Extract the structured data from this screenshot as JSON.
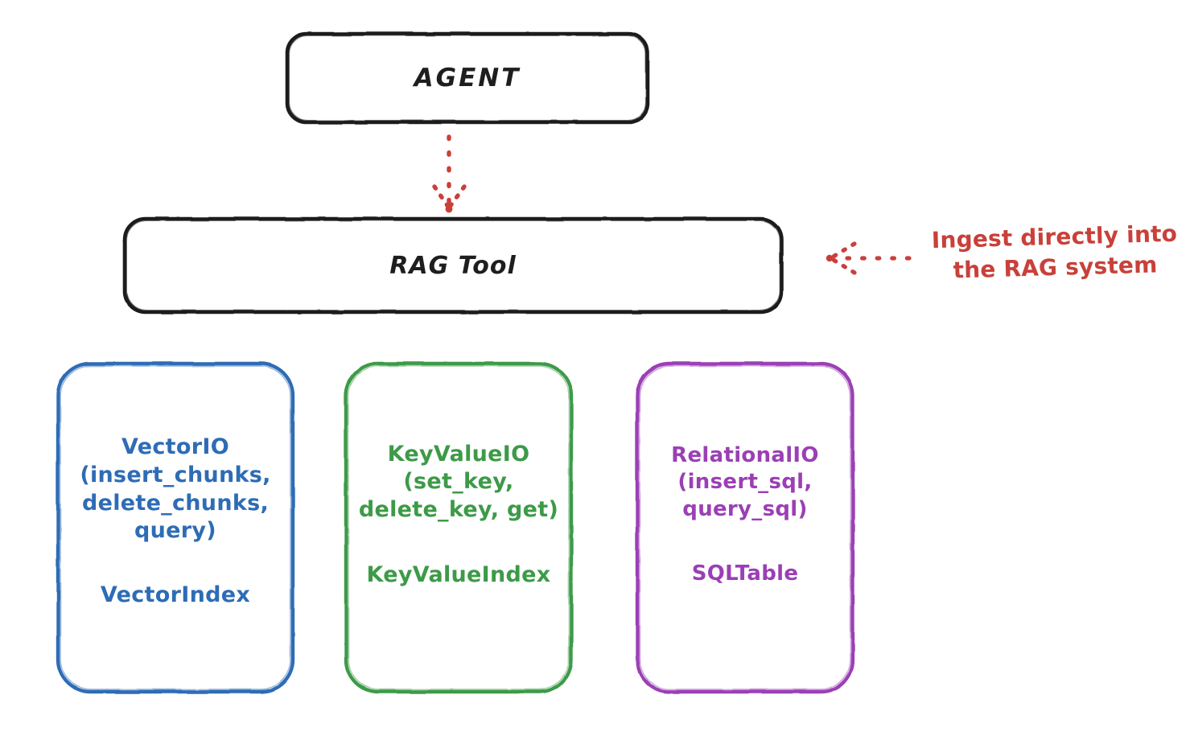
{
  "diagram": {
    "title_node": {
      "label": "AGENT"
    },
    "tool_node": {
      "label": "RAG Tool"
    },
    "annotation": {
      "text": "Ingest directly into\nthe RAG system",
      "color": "#c9403a",
      "arrow": "dotted-arrow-left-icon"
    },
    "connector": {
      "from": "AGENT",
      "to": "RAG Tool",
      "style": "dotted",
      "color": "#c9403a",
      "arrow": "dotted-arrow-down-icon"
    },
    "providers": [
      {
        "id": "vector",
        "api": "VectorIO\n(insert_chunks,\ndelete_chunks,\nquery)",
        "index": "VectorIndex",
        "color": "#2e6cb5"
      },
      {
        "id": "keyvalue",
        "api": "KeyValueIO\n(set_key,\ndelete_key, get)",
        "index": "KeyValueIndex",
        "color": "#3d9a48"
      },
      {
        "id": "relational",
        "api": "RelationalIO\n(insert_sql,\nquery_sql)",
        "index": "SQLTable",
        "color": "#9b3fb5"
      }
    ],
    "stroke_black": "#1e1e1e",
    "background": "#ffffff"
  }
}
